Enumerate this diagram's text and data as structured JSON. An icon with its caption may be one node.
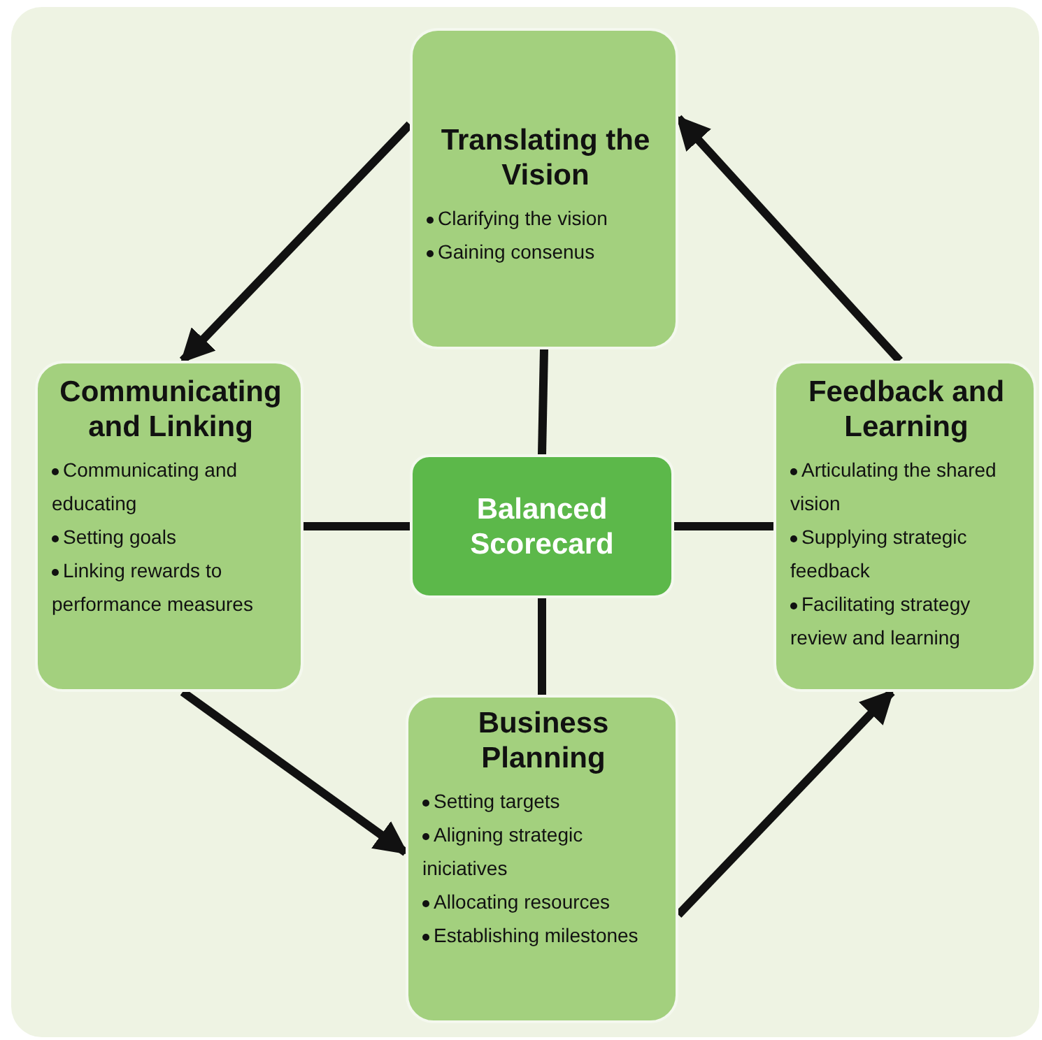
{
  "diagram": {
    "nodes": [
      {
        "text": [
          "Translating the Vision",
          "Clarifying the vision",
          "Gaining consenus"
        ]
      },
      {
        "text": [
          "Communicating and Linking",
          "Communicating and educating",
          "Setting goals",
          "Linking rewards to performance measures"
        ]
      },
      {
        "text": [
          "Balanced Scorecard"
        ]
      },
      {
        "text": [
          "Feedback and Learning",
          "Articulating the shared vision",
          "Supplying strategic feedback",
          "Facilitating strategy review and learning"
        ]
      },
      {
        "text": [
          "Business Planning",
          "Setting targets",
          "Aligning strategic iniciatives",
          "Allocating resources",
          "Establishing milestones"
        ]
      }
    ],
    "edges": [
      {
        "from": 2,
        "to": 0,
        "arrow": "none"
      },
      {
        "from": 2,
        "to": 1,
        "arrow": "none"
      },
      {
        "from": 2,
        "to": 3,
        "arrow": "none"
      },
      {
        "from": 2,
        "to": 4,
        "arrow": "none"
      },
      {
        "from": 0,
        "to": 1,
        "arrow": "to"
      },
      {
        "from": 1,
        "to": 4,
        "arrow": "to"
      },
      {
        "from": 4,
        "to": 3,
        "arrow": "to"
      },
      {
        "from": 3,
        "to": 0,
        "arrow": "to"
      }
    ]
  }
}
